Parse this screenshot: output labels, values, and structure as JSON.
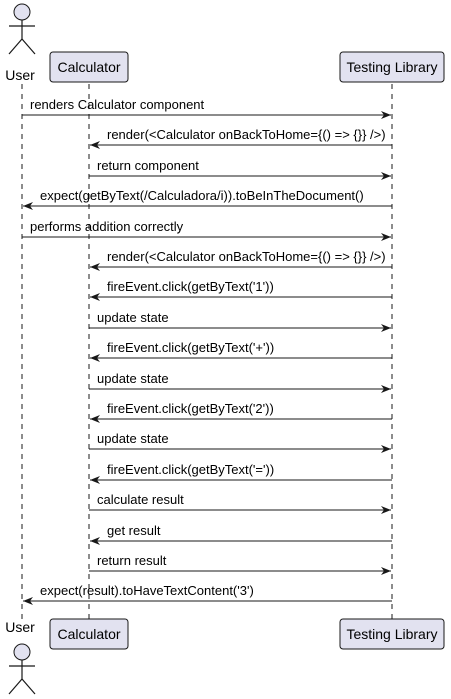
{
  "participants": [
    {
      "id": "user",
      "label": "User",
      "kind": "actor"
    },
    {
      "id": "calc",
      "label": "Calculator",
      "kind": "participant"
    },
    {
      "id": "lib",
      "label": "Testing Library",
      "kind": "participant"
    }
  ],
  "messages": [
    {
      "from": "user",
      "to": "lib",
      "text": "renders Calculator component"
    },
    {
      "from": "lib",
      "to": "calc",
      "text": "render(<Calculator onBackToHome={() => {}} />)"
    },
    {
      "from": "calc",
      "to": "lib",
      "text": "return component"
    },
    {
      "from": "lib",
      "to": "user",
      "text": "expect(getByText(/Calculadora/i)).toBeInTheDocument()"
    },
    {
      "from": "user",
      "to": "lib",
      "text": "performs addition correctly"
    },
    {
      "from": "lib",
      "to": "calc",
      "text": "render(<Calculator onBackToHome={() => {}} />)"
    },
    {
      "from": "lib",
      "to": "calc",
      "text": "fireEvent.click(getByText('1'))"
    },
    {
      "from": "calc",
      "to": "lib",
      "text": "update state"
    },
    {
      "from": "lib",
      "to": "calc",
      "text": "fireEvent.click(getByText('+'))"
    },
    {
      "from": "calc",
      "to": "lib",
      "text": "update state"
    },
    {
      "from": "lib",
      "to": "calc",
      "text": "fireEvent.click(getByText('2'))"
    },
    {
      "from": "calc",
      "to": "lib",
      "text": "update state"
    },
    {
      "from": "lib",
      "to": "calc",
      "text": "fireEvent.click(getByText('='))"
    },
    {
      "from": "calc",
      "to": "lib",
      "text": "calculate result"
    },
    {
      "from": "lib",
      "to": "calc",
      "text": "get result"
    },
    {
      "from": "calc",
      "to": "lib",
      "text": "return result"
    },
    {
      "from": "lib",
      "to": "user",
      "text": "expect(result).toHaveTextContent('3')"
    }
  ],
  "colors": {
    "participant_fill": "#e2e2f0",
    "participant_border": "#181818",
    "lifeline": "#181818",
    "arrow": "#181818"
  }
}
